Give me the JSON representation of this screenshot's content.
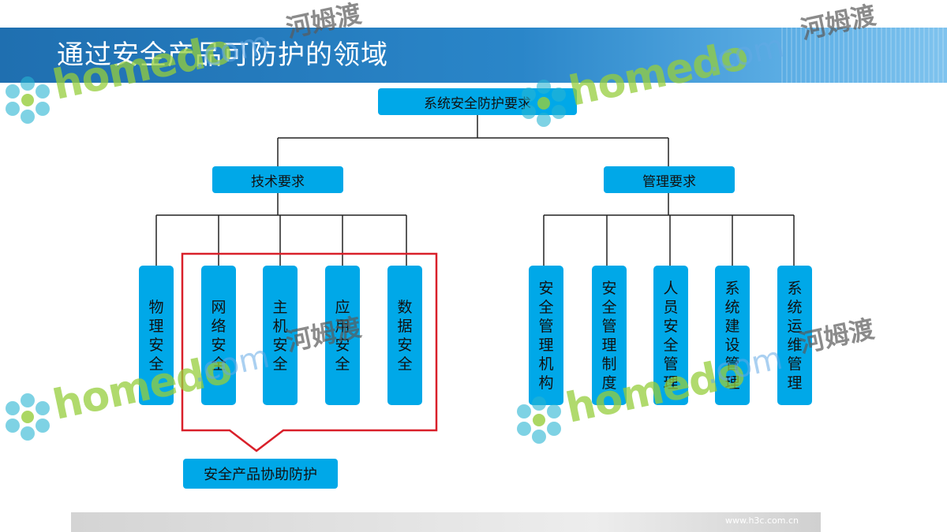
{
  "slide": {
    "title": "通过安全产品可防护的领域",
    "footer_url": "www.h3c.com.cn"
  },
  "diagram": {
    "root": "系统安全防护要求",
    "branches": [
      {
        "label": "技术要求",
        "children": [
          "物理安全",
          "网络安全",
          "主机安全",
          "应用安全",
          "数据安全"
        ]
      },
      {
        "label": "管理要求",
        "children": [
          "安全管理机构",
          "安全管理制度",
          "人员安全管理",
          "系统建设管理",
          "系统运维管理"
        ]
      }
    ],
    "highlight_label": "安全产品协助防护",
    "highlight_color": "#d9202a",
    "box_color": "#00a8e8"
  },
  "watermarks": {
    "cn": "河姆渡",
    "en": "homedo",
    "com": ".com"
  }
}
